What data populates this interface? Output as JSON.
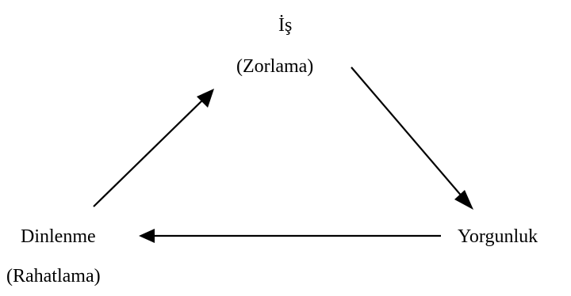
{
  "diagram": {
    "nodes": {
      "top": {
        "title": "İş",
        "subtitle": "(Zorlama)"
      },
      "right": {
        "title": "Yorgunluk"
      },
      "left": {
        "title": "Dinlenme",
        "subtitle": "(Rahatlama)"
      }
    },
    "edges": [
      {
        "from": "top",
        "to": "right"
      },
      {
        "from": "right",
        "to": "left"
      },
      {
        "from": "left",
        "to": "top"
      }
    ],
    "colors": {
      "line": "#000000",
      "text": "#000000",
      "background": "#ffffff"
    }
  }
}
